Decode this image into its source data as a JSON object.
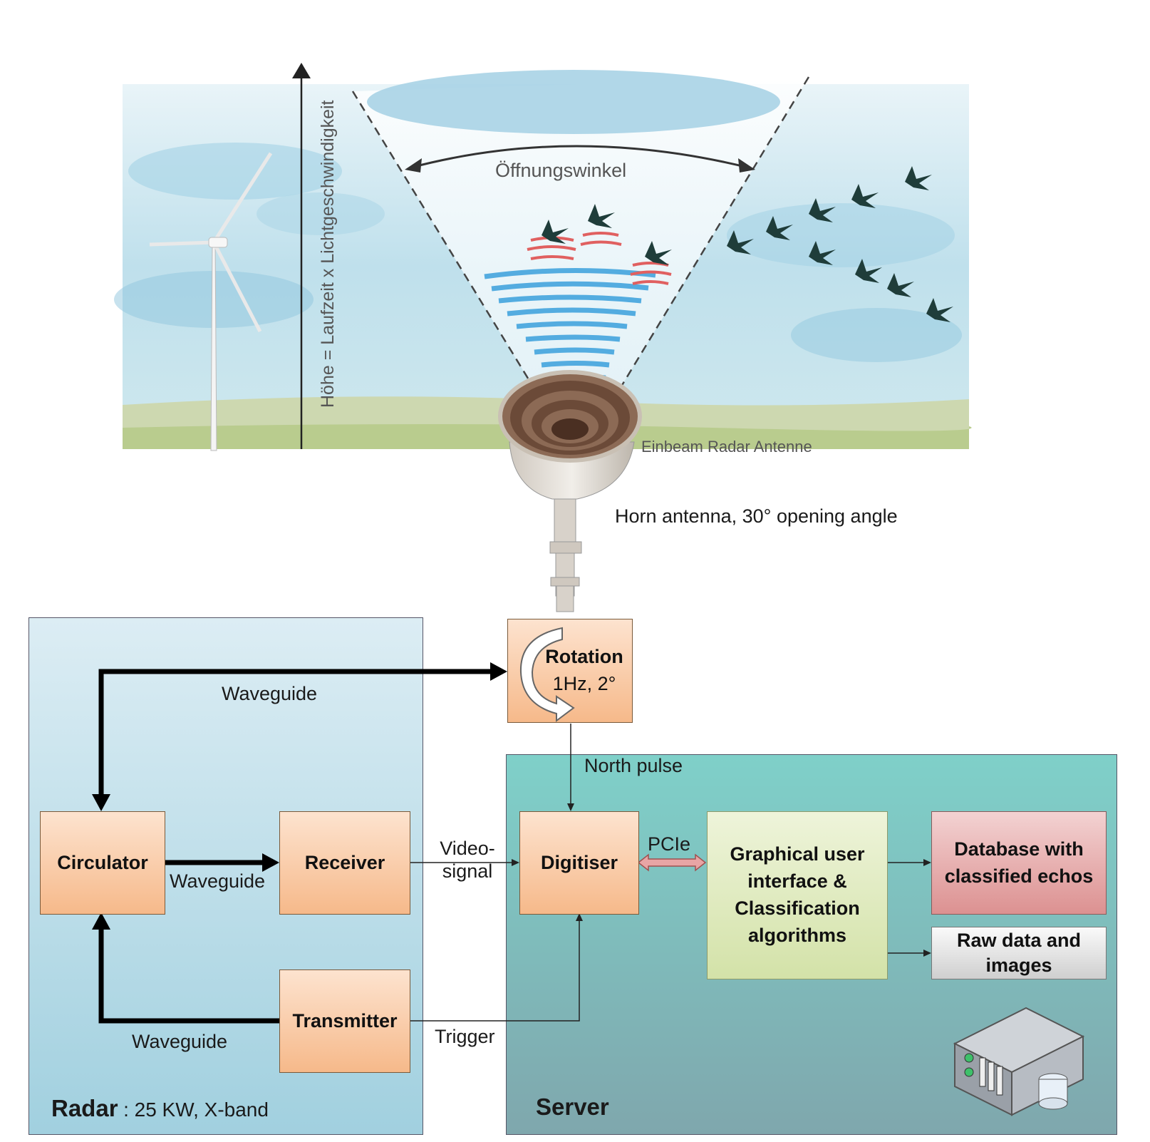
{
  "illustration": {
    "axis_label": "Höhe = Laufzeit x Lichtgeschwindigkeit",
    "angle_label": "Öffnungswinkel",
    "ground_label": "Einbeam Radar Antenne",
    "antenna_caption": "Horn antenna, 30° opening angle"
  },
  "radar": {
    "title": "Radar",
    "specs": ": 25 KW, X-band",
    "circulator": "Circulator",
    "receiver": "Receiver",
    "transmitter": "Transmitter",
    "waveguide_top": "Waveguide",
    "waveguide_mid": "Waveguide",
    "waveguide_bottom": "Waveguide"
  },
  "rotation": {
    "title": "Rotation",
    "spec": "1Hz, 2°",
    "north_pulse": "North pulse"
  },
  "links": {
    "video_signal": "Video-\nsignal",
    "trigger": "Trigger",
    "pcie": "PCIe"
  },
  "server": {
    "title": "Server",
    "digitiser": "Digitiser",
    "gui": "Graphical user\ninterface &\nClassification\nalgorithms",
    "database": "Database with\nclassified echos",
    "raw_data": "Raw data and\nimages"
  },
  "colors": {
    "radar_panel_top": "#dcedf4",
    "radar_panel_bottom": "#a1d0df",
    "server_panel_top": "#7fd0c9",
    "server_panel_bottom": "#7fa7ad",
    "block_orange": "#f6b98a",
    "pcie_arrow": "#e8a5a5"
  }
}
